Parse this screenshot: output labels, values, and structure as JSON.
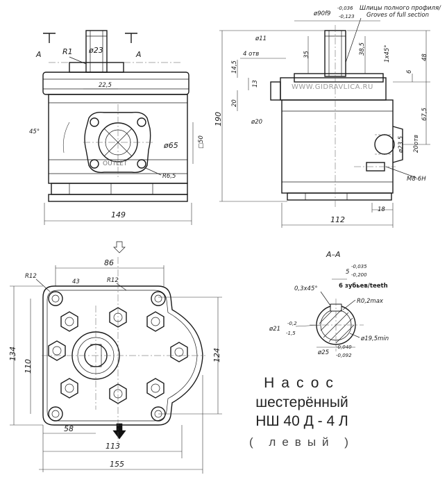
{
  "title": {
    "line1": "Насос",
    "line2": "шестерённый",
    "line3": "НШ 40 Д - 4 Л",
    "line4": "( левый )"
  },
  "watermark": "WWW.GIDRAVLICA.RU",
  "outlet_label": "OUTLET",
  "section_label": "A–A",
  "note": {
    "spline_ru": "Шлицы полного профиля/",
    "spline_en": "Groves of full section",
    "teeth": "6 зубьев/teeth"
  },
  "dims_front": {
    "section_a_left": "A",
    "section_a_right": "A",
    "r1": "R1",
    "shaft_d": "ø23",
    "w22": "22,5",
    "angle45": "45°",
    "d65": "ø65",
    "sq50": "□50",
    "r65": "R6,5",
    "width149": "149"
  },
  "dims_side": {
    "d90": "ø90f9",
    "d90_tol_top": "-0,036",
    "d90_tol_bot": "-0,123",
    "d11": "ø11",
    "holes": "4 отв",
    "d20": "ø20",
    "h14": "14,5",
    "h35": "35",
    "h38": "38,5",
    "chamfer": "1x45°",
    "h6": "6",
    "h48": "48",
    "h13": "13",
    "h20": "20",
    "h67": "67,5",
    "h190": "190",
    "d23": "ø23,5",
    "d20b": "20отв",
    "thread": "M8-6H",
    "w18": "18",
    "w112": "112"
  },
  "dims_bottom": {
    "r12a": "R12",
    "r12b": "R12",
    "w86": "86",
    "w43": "43",
    "h134": "134",
    "h110": "110",
    "h124": "124",
    "w58": "58",
    "w113": "113",
    "w155": "155"
  },
  "dims_section": {
    "w5": "5",
    "w5_tol_top": "-0,035",
    "w5_tol_bot": "-0,200",
    "chamfer": "0,3x45°",
    "r02": "R0,2max",
    "d21": "ø21",
    "d21_tol_top": "-0,2",
    "d21_tol_bot": "-1,5",
    "d195": "ø19,5min",
    "d25": "ø25",
    "d25_tol_top": "-0,040",
    "d25_tol_bot": "-0,092"
  }
}
